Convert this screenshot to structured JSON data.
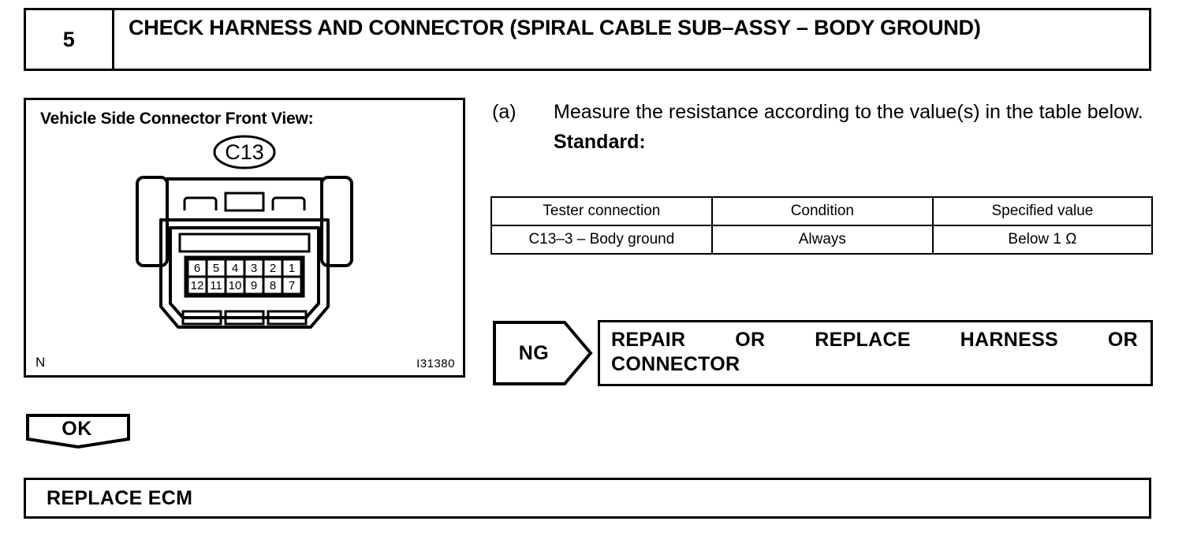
{
  "step": {
    "number": "5",
    "title": "CHECK HARNESS AND CONNECTOR (SPIRAL CABLE SUB–ASSY – BODY GROUND)"
  },
  "figure": {
    "caption": "Vehicle Side Connector Front View:",
    "connector_label": "C13",
    "note": "N",
    "figure_id": "I31380",
    "pin_rows": [
      [
        "6",
        "5",
        "4",
        "3",
        "2",
        "1"
      ],
      [
        "12",
        "11",
        "10",
        "9",
        "8",
        "7"
      ]
    ]
  },
  "instruction": {
    "marker": "(a)",
    "text": "Measure the resistance according to the value(s) in the table below.",
    "standard_label": "Standard:"
  },
  "spec_table": {
    "headers": [
      "Tester connection",
      "Condition",
      "Specified value"
    ],
    "rows": [
      [
        "C13–3 – Body ground",
        "Always",
        "Below 1 Ω"
      ]
    ]
  },
  "results": {
    "ng_label": "NG",
    "ng_action_line1": "REPAIR OR REPLACE HARNESS OR",
    "ng_action_line2": "CONNECTOR",
    "ok_label": "OK",
    "final_action": "REPLACE ECM"
  },
  "colors": {
    "ink": "#000000",
    "paper": "#ffffff"
  }
}
